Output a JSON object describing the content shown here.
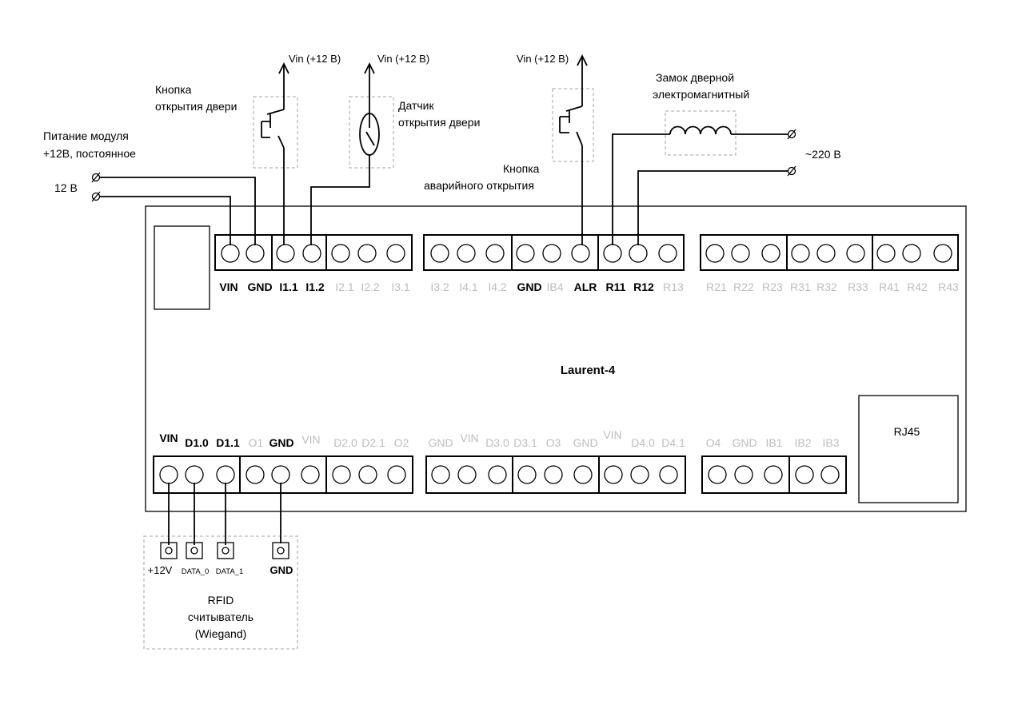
{
  "board": {
    "name": "Laurent-4",
    "rj45": "RJ45"
  },
  "top_terminals": {
    "labels": [
      "VIN",
      "GND",
      "I1.1",
      "I1.2",
      "I2.1",
      "I2.2",
      "I3.1",
      "I3.2",
      "I4.1",
      "I4.2",
      "GND",
      "IB4",
      "ALR",
      "R11",
      "R12",
      "R13",
      "R21",
      "R22",
      "R23",
      "R31",
      "R32",
      "R33",
      "R41",
      "R42",
      "R43"
    ],
    "active": [
      "VIN",
      "GND",
      "I1.1",
      "I1.2",
      "ALR",
      "R11",
      "R12"
    ]
  },
  "bottom_terminals": {
    "labels": [
      "VIN",
      "D1.0",
      "D1.1",
      "O1",
      "GND",
      "VIN",
      "D2.0",
      "D2.1",
      "O2",
      "GND",
      "VIN",
      "D3.0",
      "D3.1",
      "O3",
      "GND",
      "VIN",
      "D4.0",
      "D4.1",
      "O4",
      "GND",
      "IB1",
      "IB2",
      "IB3"
    ],
    "active": [
      "VIN",
      "D1.0",
      "D1.1",
      "GND"
    ]
  },
  "power": {
    "title_line1": "Питание модуля",
    "title_line2": "+12В, постоянное",
    "voltage": "12 В"
  },
  "door_button": {
    "line1": "Кнопка",
    "line2": "открытия двери",
    "vin": "Vin (+12 В)"
  },
  "door_sensor": {
    "line1": "Датчик",
    "line2": "открытия двери",
    "vin": "Vin (+12 В)"
  },
  "emergency_button": {
    "line1": "Кнопка",
    "line2": "аварийного открытия",
    "vin": "Vin (+12 В)"
  },
  "lock": {
    "line1": "Замок дверной",
    "line2": "электромагнитный",
    "mains": "~220 В"
  },
  "rfid": {
    "pins": [
      "+12V",
      "DATA_0",
      "DATA_1",
      "GND"
    ],
    "line1": "RFID",
    "line2": "считыватель",
    "line3": "(Wiegand)"
  }
}
